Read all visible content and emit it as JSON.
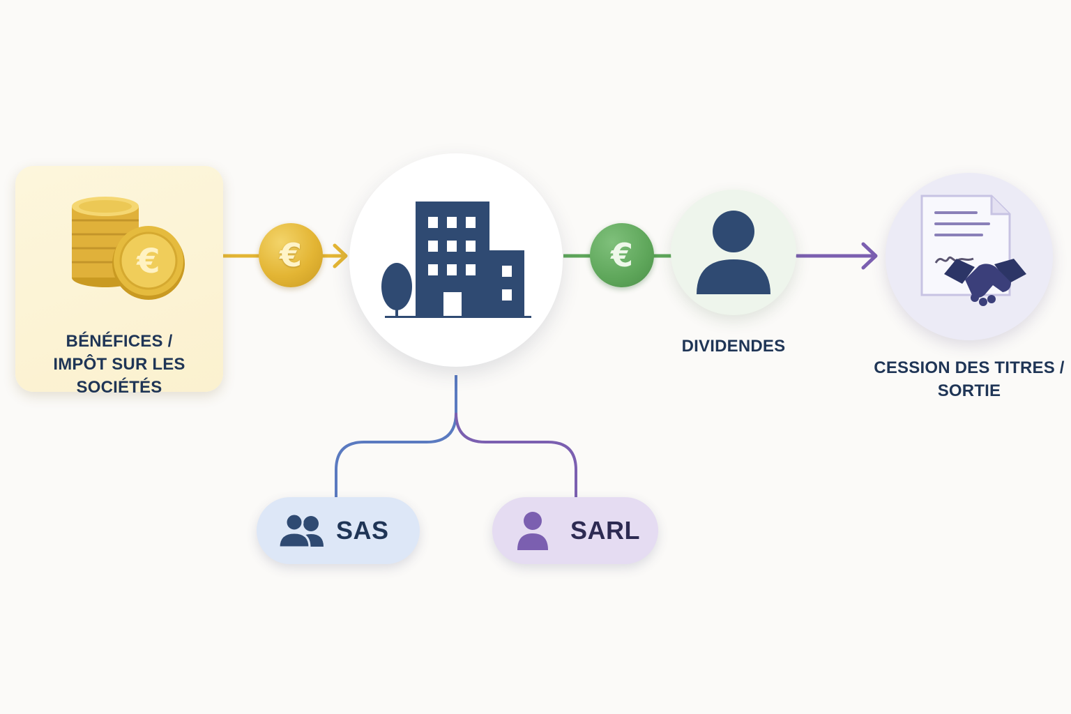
{
  "nodes": {
    "profits": {
      "line1": "BÉNÉFICES /",
      "line2": "IMPÔT SUR LES SOCIÉTÉS",
      "icon": "coin-stack-euro-icon"
    },
    "company": {
      "icon": "office-building-icon"
    },
    "shareholder": {
      "label": "DIVIDENDES",
      "icon": "person-icon"
    },
    "exit": {
      "line1": "CESSION DES TITRES /",
      "line2": "SORTIE",
      "icon": "signed-document-handshake-icon"
    }
  },
  "badges": {
    "gold": {
      "glyph": "€",
      "icon": "euro-coin-icon"
    },
    "green": {
      "glyph": "€",
      "icon": "euro-coin-icon"
    }
  },
  "legal_forms": {
    "sas": {
      "label": "SAS",
      "icon": "users-group-icon"
    },
    "sarl": {
      "label": "SARL",
      "icon": "single-user-icon"
    }
  },
  "colors": {
    "navy": "#2f4a72",
    "gold": "#e3b534",
    "green": "#5ea65a",
    "purple": "#7b5fb0",
    "blue": "#5a7ac0"
  }
}
